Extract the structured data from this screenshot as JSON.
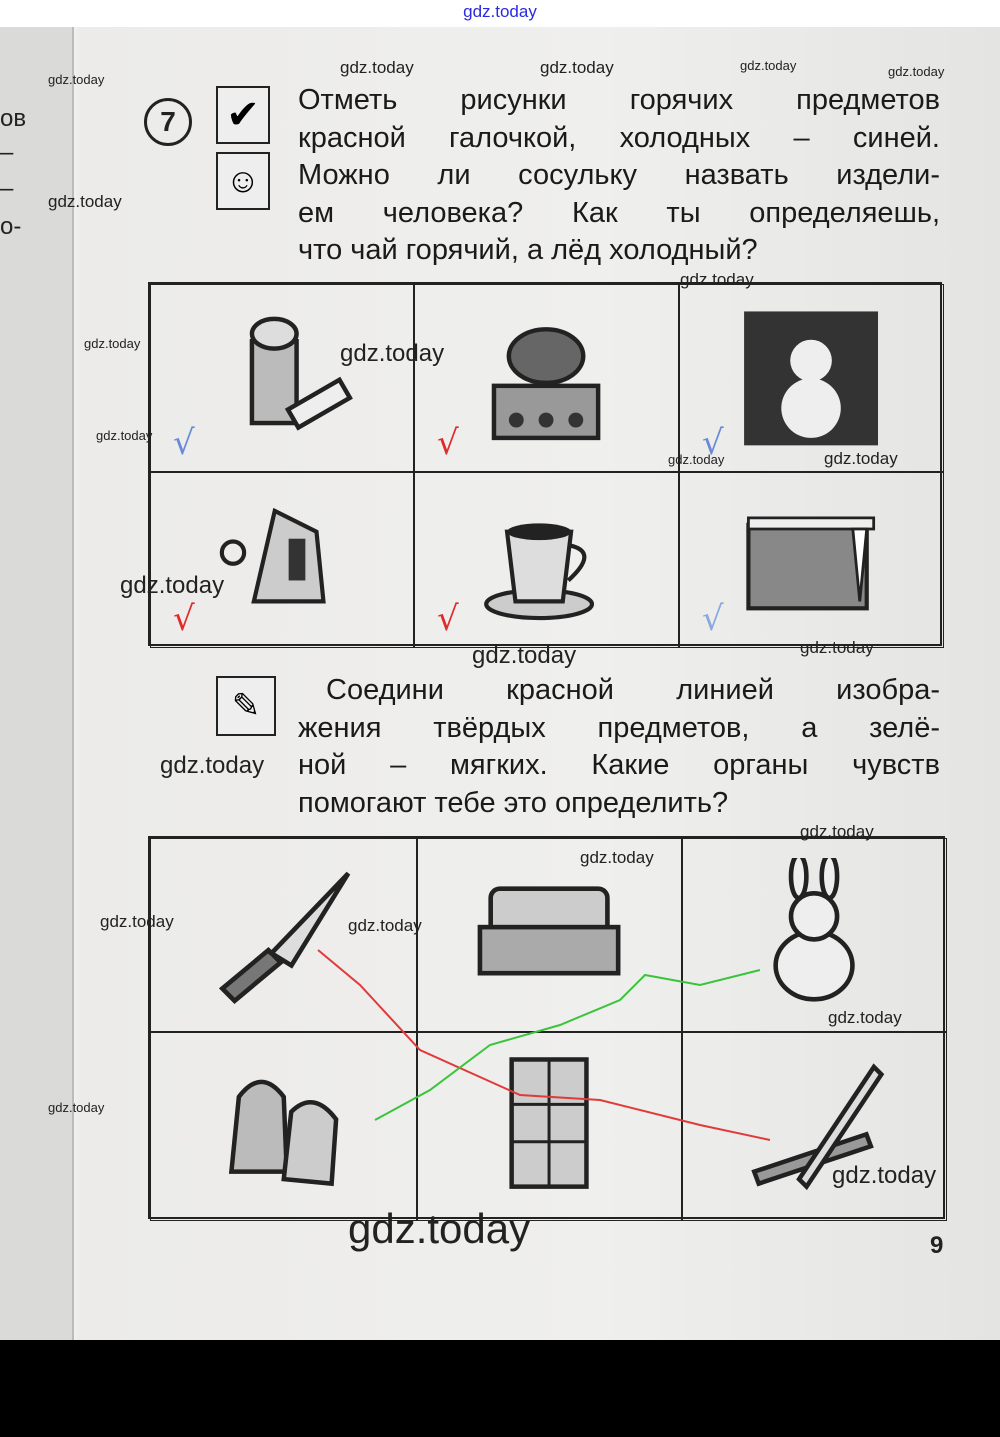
{
  "top_watermark": "gdz.today",
  "left_margin": [
    "ов",
    "–",
    "–",
    "о-"
  ],
  "task7": {
    "number": "7",
    "lines": [
      "Отметь рисунки горячих предметов",
      "красной галочкой, холодных – синей.",
      "Можно ли сосульку назвать издели-",
      "ем человека? Как ты определяешь,",
      "что чай горячий, а лёд холодный?"
    ],
    "cells": [
      {
        "item": "ice-cream",
        "check": "√",
        "check_color": "#6a8ad8"
      },
      {
        "item": "pot-on-stove",
        "check": "√",
        "check_color": "#e02a2a"
      },
      {
        "item": "snowman",
        "check": "√",
        "check_color": "#6a8ad8"
      },
      {
        "item": "iron",
        "check": "√",
        "check_color": "#e02a2a"
      },
      {
        "item": "cup-of-tea",
        "check": "√",
        "check_color": "#e02a2a"
      },
      {
        "item": "icicles",
        "check": "√",
        "check_color": "#8aa8e0"
      }
    ]
  },
  "task8": {
    "lines": [
      "Соедини красной линией изобра-",
      "жения твёрдых предметов, а зелё-",
      "ной – мягких. Какие органы чувств",
      "помогают тебе это определить?"
    ],
    "cells": [
      "knife",
      "sofa",
      "toy-rabbit",
      "mittens",
      "bookcase",
      "pen-and-pencil"
    ],
    "line_colors": {
      "hard": "#e03a3a",
      "soft": "#3ac43a"
    }
  },
  "watermarks": [
    "gdz.today",
    "gdz.today",
    "gdz.today",
    "gdz.today",
    "gdz.today",
    "gdz.today",
    "gdz.today",
    "gdz.today",
    "gdz.today",
    "gdz.today",
    "gdz.today",
    "gdz.today",
    "gdz.today",
    "gdz.today",
    "gdz.today",
    "gdz.today",
    "gdz.today",
    "gdz.today",
    "gdz.today",
    "gdz.today",
    "gdz.today",
    "gdz.today",
    "gdz.today",
    "gdz.today"
  ],
  "page_number": "9"
}
